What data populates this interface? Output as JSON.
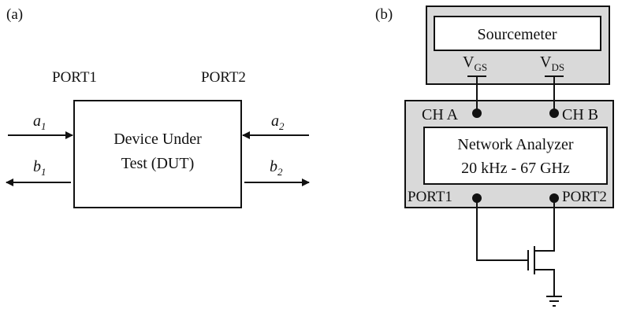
{
  "panel_a": {
    "label": "(a)",
    "port1": "PORT1",
    "port2": "PORT2",
    "dut_line1": "Device Under",
    "dut_line2": "Test (DUT)",
    "a1_base": "a",
    "a1_sub": "1",
    "b1_base": "b",
    "b1_sub": "1",
    "a2_base": "a",
    "a2_sub": "2",
    "b2_base": "b",
    "b2_sub": "2"
  },
  "panel_b": {
    "label": "(b)",
    "sourcemeter": "Sourcemeter",
    "vgs_base": "V",
    "vgs_sub": "GS",
    "vds_base": "V",
    "vds_sub": "DS",
    "ch_a": "CH A",
    "ch_b": "CH B",
    "analyzer_line1": "Network Analyzer",
    "analyzer_line2": "20 kHz - 67 GHz",
    "port1": "PORT1",
    "port2": "PORT2"
  },
  "colors": {
    "instrument_fill": "#d9d9d9",
    "inner_fill": "#ffffff",
    "stroke": "#111111"
  }
}
